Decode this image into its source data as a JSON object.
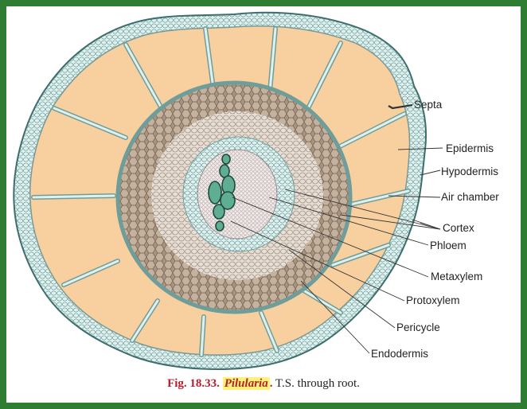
{
  "figure": {
    "labels": [
      "Septa",
      "Epidermis",
      "Hypodermis",
      "Air chamber",
      "Cortex",
      "Phloem",
      "Metaxylem",
      "Protoxylem",
      "Pericycle",
      "Endodermis"
    ],
    "caption": {
      "fig_number": "Fig. 18.33.",
      "genus": "Pilularia",
      "period": ".",
      "text": " T.S. through root."
    }
  },
  "colors": {
    "frame_border": "#2f7d32",
    "air_chamber": "#f8cf9f",
    "cortex_inner": "#a8937f",
    "hypodermis": "#dff1ee",
    "xylem": "#5fae94",
    "caption_red": "#b5202e",
    "highlight": "#fff27a"
  }
}
